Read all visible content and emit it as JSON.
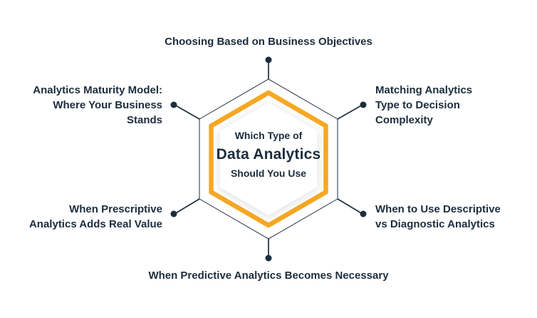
{
  "diagram": {
    "center": {
      "line1": "Which Type of",
      "line2": "Data Analytics",
      "line3": "Should You Use"
    },
    "nodes": {
      "top": "Choosing Based on Business Objectives",
      "upper_left": "Analytics Maturity Model:\nWhere Your Business\nStands",
      "upper_right": "Matching Analytics\nType to Decision\nComplexity",
      "lower_left": "When Prescriptive\nAnalytics Adds Real Value",
      "lower_right": "When to Use Descriptive\nvs Diagnostic Analytics",
      "bottom": "When Predictive Analytics Becomes Necessary"
    }
  },
  "colors": {
    "ink": "#1c2d3d",
    "accent": "#f7a823",
    "bg": "#ffffff"
  }
}
